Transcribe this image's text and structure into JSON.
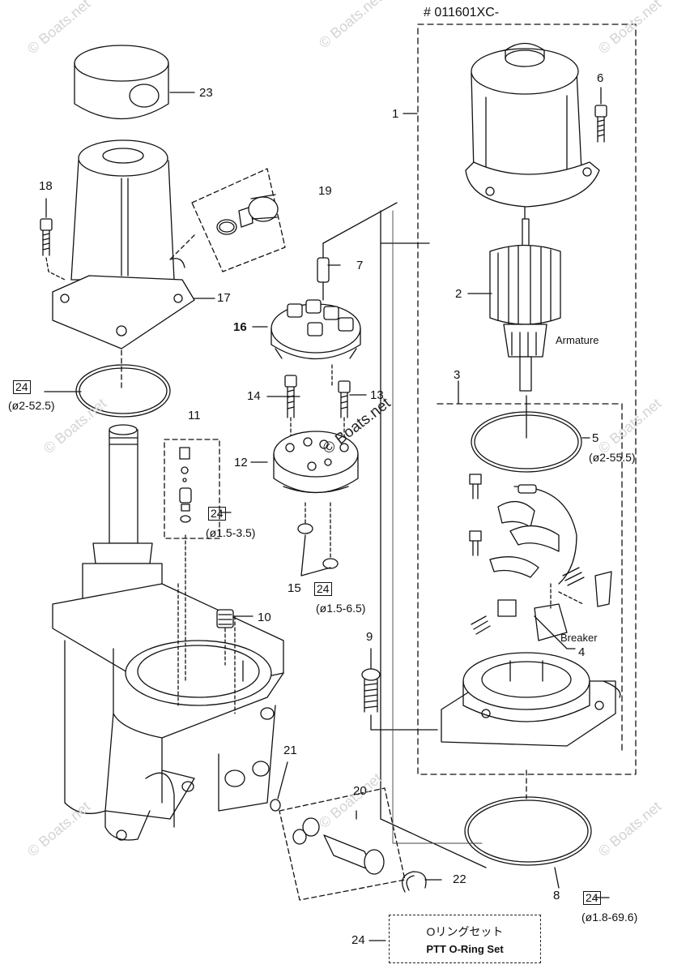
{
  "serial_note": "# 011601XC-",
  "watermark": "© Boats.net",
  "center_watermark": "© Boats.net",
  "parts": {
    "p1": "1",
    "p2": "2",
    "p3": "3",
    "p4": "4",
    "p5": "5",
    "p6": "6",
    "p7": "7",
    "p8": "8",
    "p9": "9",
    "p10": "10",
    "p11": "11",
    "p12": "12",
    "p13": "13",
    "p14": "14",
    "p15": "15",
    "p16": "16",
    "p17": "17",
    "p18": "18",
    "p19": "19",
    "p20": "20",
    "p21": "21",
    "p22": "22",
    "p23": "23",
    "p24": "24"
  },
  "oring_refs": {
    "a": {
      "num": "24",
      "spec": "(ø2-52.5)"
    },
    "b": {
      "num": "24",
      "spec": "(ø1.5-3.5)"
    },
    "c": {
      "num": "24",
      "spec": "(ø1.5-6.5)"
    },
    "d": {
      "spec": "(ø2-55.5)"
    },
    "e": {
      "num": "24",
      "spec": "(ø1.8-69.6)"
    }
  },
  "callouts": {
    "armature": "Armature",
    "breaker": "Breaker"
  },
  "legend": {
    "num": "24",
    "jp": "Oリングセット",
    "en": "PTT O-Ring Set"
  }
}
